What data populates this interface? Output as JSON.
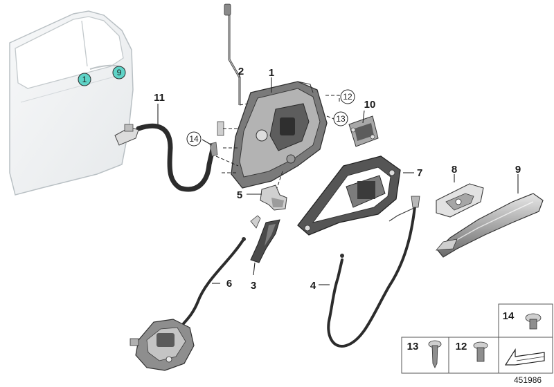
{
  "callouts": {
    "c1": "1",
    "c2": "2",
    "c3": "3",
    "c4": "4",
    "c5": "5",
    "c6": "6",
    "c7": "7",
    "c8": "8",
    "c9": "9",
    "c10": "10",
    "c11": "11",
    "c12_circle": "12",
    "c13_circle": "13",
    "c14_circle": "14",
    "door_1": "1",
    "door_9": "9"
  },
  "legend": {
    "item14": "14",
    "item13": "13",
    "item12": "12"
  },
  "diagram_number": "451986",
  "colors": {
    "door_marker": "#5ed3c7",
    "part_dark": "#4a4a4a",
    "part_mid": "#9a9a9a",
    "part_light": "#d8d8d8",
    "door_panel": "#f2f4f5"
  }
}
